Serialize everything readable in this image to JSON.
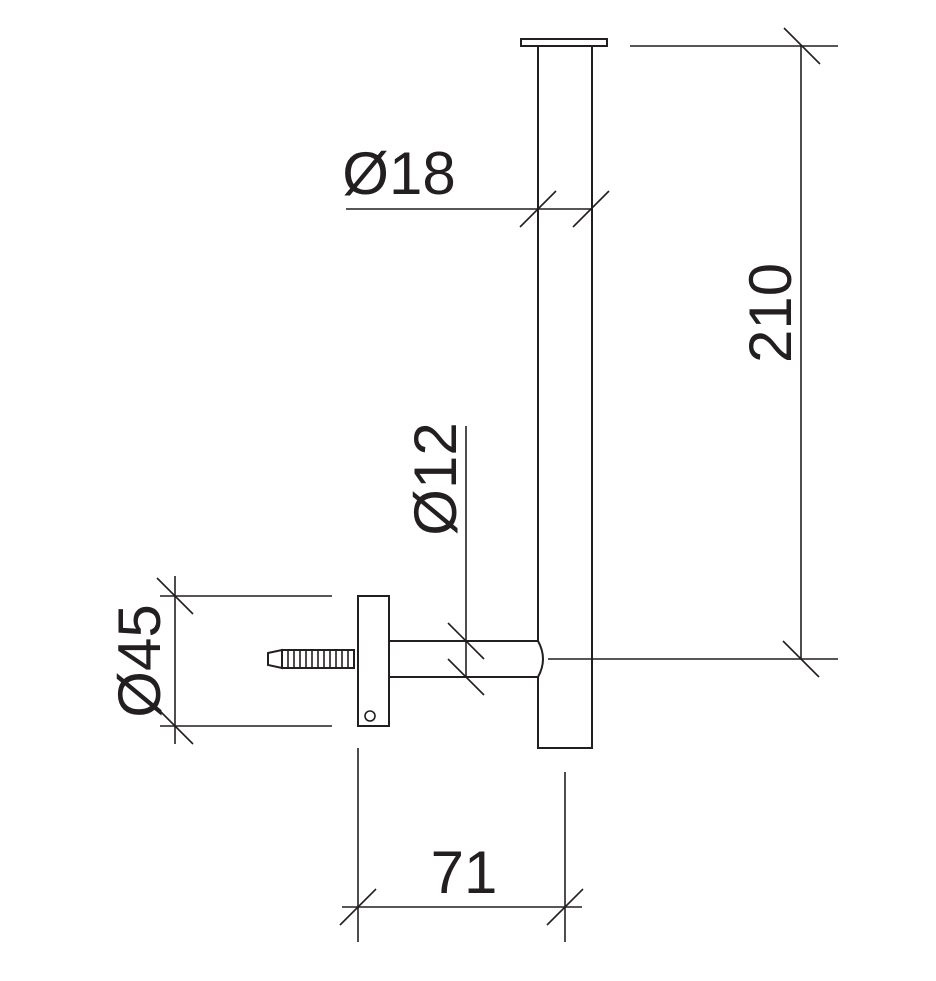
{
  "dimensions": {
    "height": "210",
    "tube_diameter": "Ø18",
    "arm_diameter": "Ø12",
    "rosette_diameter": "Ø45",
    "projection": "71"
  },
  "colors": {
    "line": "#231f20",
    "background": "#ffffff"
  }
}
